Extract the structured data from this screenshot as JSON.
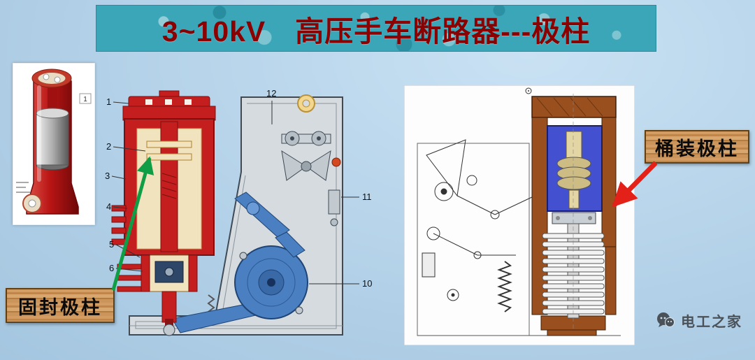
{
  "title": {
    "text": "3~10kV　高压手车断路器---极柱"
  },
  "photo": {
    "callout": "1"
  },
  "center_diagram": {
    "description": "solid-sealed pole cross-section with numbered parts",
    "callouts": [
      "1",
      "2",
      "3",
      "4",
      "5",
      "6",
      "12",
      "11",
      "10"
    ]
  },
  "right_diagram": {
    "description": "barrel-type pole mechanism side view"
  },
  "labels": {
    "solid_pole": "固封极柱",
    "barrel_pole": "桶装极柱"
  },
  "watermark": {
    "text": "电工之家"
  },
  "colors": {
    "banner_teal": "#3AA6B8",
    "title_maroon": "#8B0000",
    "pole_red": "#C41E1E",
    "inner_cream": "#F1E3BD",
    "mechanism_blue": "#4A7FC1",
    "housing_brown": "#9A4F1E",
    "interrupter_blue": "#4350CF",
    "arrow_green": "#0F9D45",
    "arrow_red": "#E32119",
    "wood_tan": "#C98F55"
  }
}
